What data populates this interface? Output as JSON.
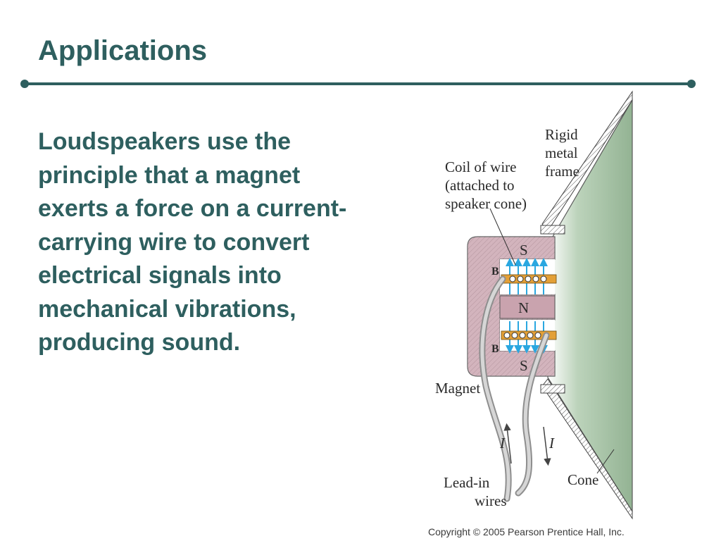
{
  "slide": {
    "title": "Applications",
    "body": "Loudspeakers use the principle that a magnet exerts a force on a current-carrying wire to convert electrical signals into mechanical vibrations, producing sound."
  },
  "diagram": {
    "labels": {
      "frame": [
        "Rigid",
        "metal",
        "frame"
      ],
      "coil": [
        "Coil of wire",
        "(attached to",
        "speaker cone)"
      ],
      "pole_top": "S",
      "pole_middle": "N",
      "pole_bottom": "S",
      "b_field": "B",
      "magnet": "Magnet",
      "current": "I",
      "lead_in": [
        "Lead-in",
        "wires"
      ],
      "cone": "Cone"
    },
    "colors": {
      "magnet": "#c9a3ae",
      "coil": "#e3a037",
      "field_lines": "#2aa7e0",
      "cone": "#9fbf9e",
      "wire": "#b8b8b8"
    }
  },
  "footer": {
    "copyright": "Copyright © 2005 Pearson Prentice Hall, Inc."
  }
}
